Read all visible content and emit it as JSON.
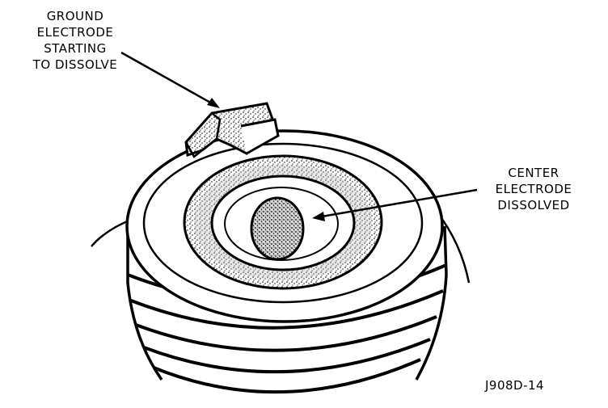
{
  "labels": {
    "ground": [
      "GROUND",
      "ELECTRODE",
      "STARTING",
      "TO DISSOLVE"
    ],
    "center": [
      "CENTER",
      "ELECTRODE",
      "DISSOLVED"
    ],
    "figure_code": "J908D-14"
  }
}
